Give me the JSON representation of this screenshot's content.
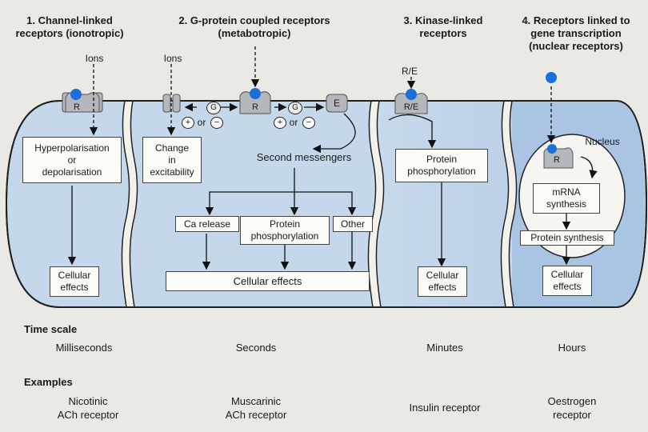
{
  "headers": [
    "1. Channel-linked\nreceptors (ionotropic)",
    "2. G-protein coupled receptors\n(metabotropic)",
    "3. Kinase-linked\nreceptors",
    "4. Receptors linked to\ngene transcription\n(nuclear receptors)"
  ],
  "labels": {
    "ions_1": "Ions",
    "ions_2": "Ions",
    "re_top": "R/E",
    "receptor_r": "R",
    "receptor_re": "R/E",
    "g": "G",
    "e": "E",
    "or": "or",
    "plus": "+",
    "minus": "−",
    "nucleus": "Nucleus"
  },
  "boxes": {
    "hyperpolarisation": "Hyperpolarisation\nor\ndepolarisation",
    "change_excitability": "Change\nin\nexcitability",
    "second_messengers": "Second messengers",
    "ca_release": "Ca release",
    "protein_phos_2": "Protein\nphosphorylation",
    "other": "Other",
    "cellular_effects_1": "Cellular\neffects",
    "cellular_effects_2": "Cellular effects",
    "protein_phos_3": "Protein\nphosphoryIation",
    "cellular_effects_3": "Cellular\neffects",
    "mrna": "mRNA\nsynthesis",
    "protein_synthesis": "Protein synthesis",
    "cellular_effects_4": "Cellular\neffects"
  },
  "time_scale": {
    "label": "Time scale",
    "values": [
      "Milliseconds",
      "Seconds",
      "Minutes",
      "Hours"
    ]
  },
  "examples": {
    "label": "Examples",
    "values": [
      "Nicotinic\nACh receptor",
      "Muscarinic\nACh receptor",
      "Insulin receptor",
      "Oestrogen\nreceptor"
    ]
  },
  "colors": {
    "cell_fill": "#c3d6ea",
    "cell_fill_dark": "#a9c3e2",
    "ligand": "#1b6fd6",
    "receptor": "#b4b7bb",
    "box_fill": "#fbfbf8"
  }
}
